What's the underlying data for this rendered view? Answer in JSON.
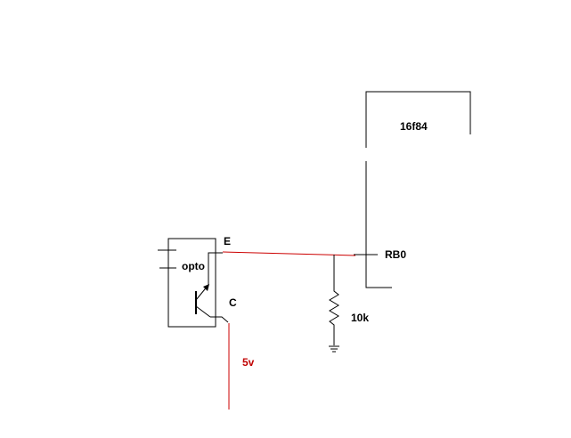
{
  "labels": {
    "chip": "16f84",
    "pin": "RB0",
    "opto": "opto",
    "emitter": "E",
    "collector": "C",
    "resistor": "10k",
    "supply": "5v"
  },
  "colors": {
    "wire": "#000000",
    "supply_wire": "#cc0000",
    "supply_text": "#c00000"
  }
}
